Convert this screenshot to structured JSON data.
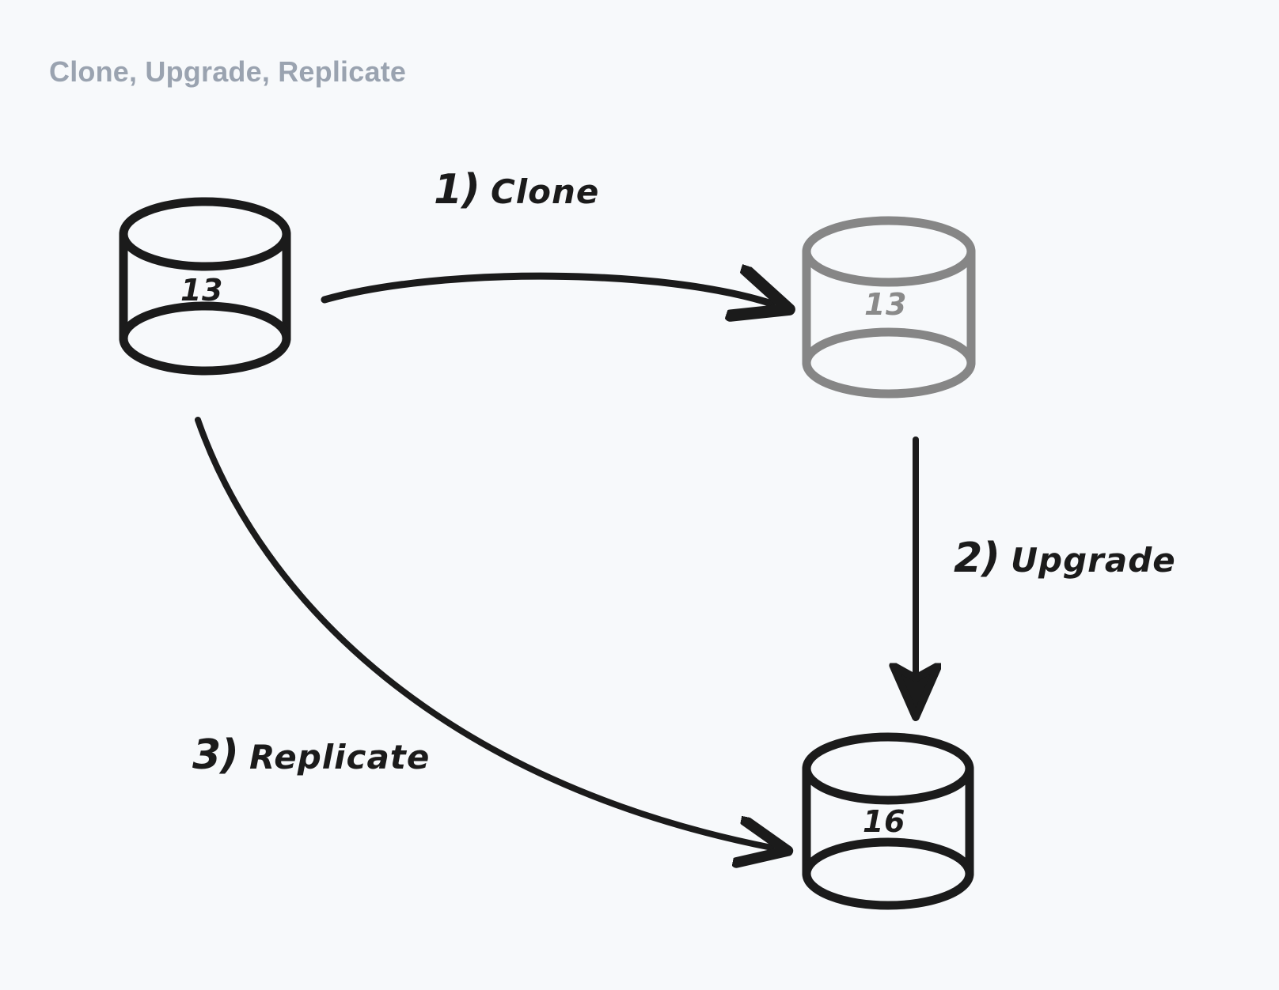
{
  "page": {
    "title": "Clone, Upgrade, Replicate",
    "background_color": "#f7f9fb",
    "title_color": "#9aa3b0"
  },
  "diagram": {
    "type": "flow-diagram",
    "nodes": [
      {
        "id": "source-db",
        "shape": "cylinder",
        "label": "13",
        "color": "#1b1b1b",
        "state": "source",
        "position": "top-left"
      },
      {
        "id": "clone-db",
        "shape": "cylinder",
        "label": "13",
        "color": "#8a8a8a",
        "state": "clone",
        "position": "top-right"
      },
      {
        "id": "upgraded-db",
        "shape": "cylinder",
        "label": "16",
        "color": "#1b1b1b",
        "state": "upgraded",
        "position": "bottom-right"
      }
    ],
    "edges": [
      {
        "id": "edge-clone",
        "from": "source-db",
        "to": "clone-db",
        "step": "1)",
        "label": "Clone",
        "style": "curved-arrow",
        "color": "#1b1b1b"
      },
      {
        "id": "edge-upgrade",
        "from": "clone-db",
        "to": "upgraded-db",
        "step": "2)",
        "label": "Upgrade",
        "style": "straight-arrow",
        "color": "#1b1b1b"
      },
      {
        "id": "edge-replicate",
        "from": "source-db",
        "to": "upgraded-db",
        "step": "3)",
        "label": "Replicate",
        "style": "curved-arrow",
        "color": "#1b1b1b"
      }
    ]
  }
}
